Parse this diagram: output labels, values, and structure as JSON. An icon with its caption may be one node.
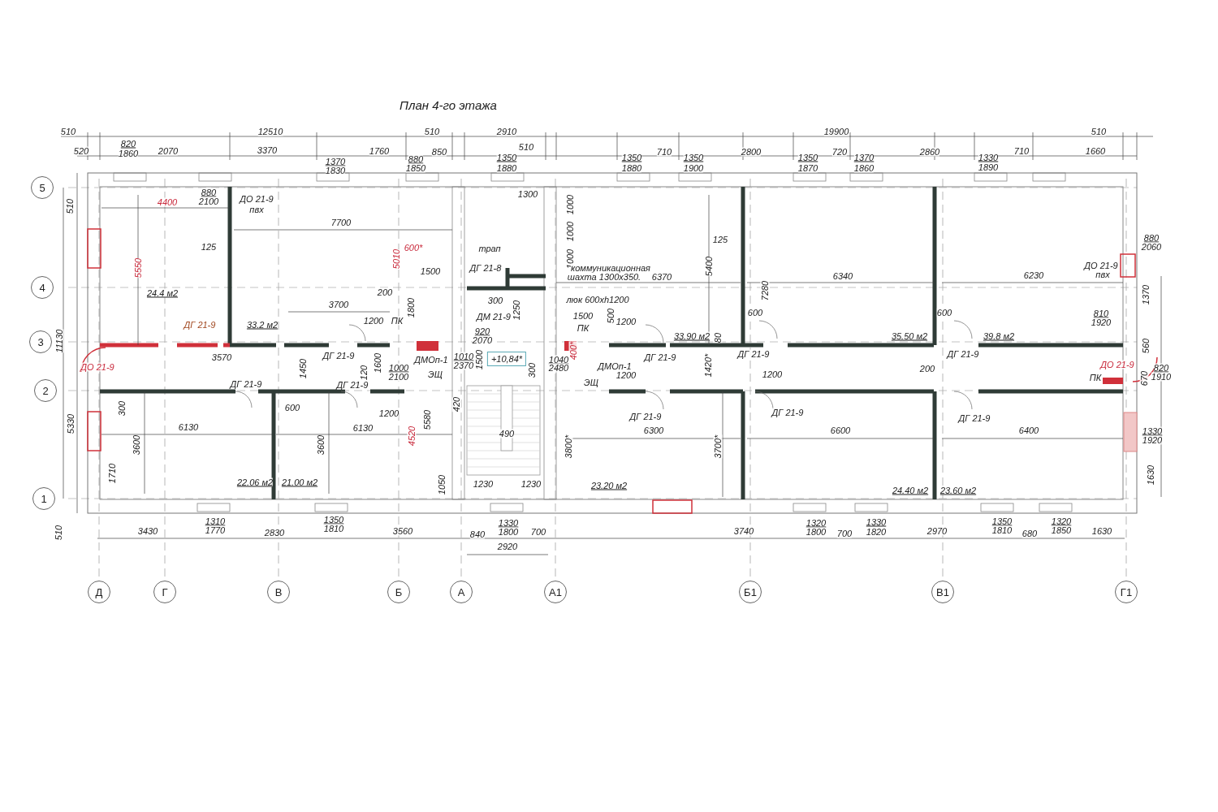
{
  "diagram": {
    "title": "План 4-го этажа",
    "nodes": [
      {
        "text": [
          "5"
        ]
      },
      {
        "text": [
          "4"
        ]
      },
      {
        "text": [
          "3"
        ]
      },
      {
        "text": [
          "+10,84*"
        ]
      },
      {
        "text": [
          "2"
        ]
      },
      {
        "text": [
          "1"
        ]
      },
      {
        "text": [
          "Д"
        ]
      },
      {
        "text": [
          "Г"
        ]
      },
      {
        "text": [
          "В"
        ]
      },
      {
        "text": [
          "Б"
        ]
      },
      {
        "text": [
          "А"
        ]
      },
      {
        "text": [
          "А1"
        ]
      },
      {
        "text": [
          "Б1"
        ]
      },
      {
        "text": [
          "В1"
        ]
      },
      {
        "text": [
          "Г1"
        ]
      }
    ],
    "labels": [
      "510",
      "12510",
      "510",
      "2910",
      "19900",
      "510",
      "820",
      "520",
      "1860",
      "2070",
      "3370",
      "1760",
      "850",
      "510",
      "710",
      "2800",
      "720",
      "2860",
      "710",
      "1660",
      "1370",
      "1830",
      "880",
      "1850",
      "1350",
      "1880",
      "1350",
      "1880",
      "1350",
      "1900",
      "1350",
      "1870",
      "1370",
      "1860",
      "1330",
      "1890",
      "880",
      "2100",
      "ДО 21-9",
      "1300",
      "510",
      "4400",
      "пвх",
      "1000",
      "7700",
      "1000",
      "125",
      "880",
      "125",
      "600*",
      "трап",
      "2060",
      "5550",
      "5010",
      "ДГ 21-8",
      "1000",
      "коммуникационная",
      "5400",
      "ДО 21-9",
      "1500",
      "шахта 1300х350.",
      "6370",
      "6340",
      "6230",
      "пвх",
      "24.4 м2",
      "200",
      "7280",
      "1370",
      "3700",
      "300",
      "люк 600хh1200",
      "1800",
      "ДМ 21-9",
      "1250",
      "1500",
      "500",
      "600",
      "600",
      "810",
      "ДГ 21-9",
      "33.2 м2",
      "1200",
      "ПК",
      "1200",
      "1920",
      "920",
      "ПК",
      "11130",
      "2070",
      "33.90 м2",
      "80",
      "35.50 м2",
      "39.8 м2",
      "400*",
      "560",
      "3570",
      "ДГ 21-9",
      "ДМОп-1",
      "1010",
      "1500",
      "1040",
      "ДГ 21-9",
      "ДГ 21-9",
      "ДГ 21-9",
      "ДО 21-9",
      "1450",
      "1600",
      "1000",
      "2370",
      "300",
      "2480",
      "ДМОп-1",
      "1420*",
      "200",
      "ДО 21-9",
      "820",
      "120",
      "2100",
      "ЭЩ",
      "1200",
      "1200",
      "ПК",
      "670",
      "1910",
      "ДГ 21-9",
      "ДГ 21-9",
      "ЭЩ",
      "300",
      "600",
      "420",
      "1200",
      "5580",
      "ДГ 21-9",
      "ДГ 21-9",
      "ДГ 21-9",
      "5330",
      "6130",
      "6130",
      "4520",
      "490",
      "6300",
      "6600",
      "6400",
      "1330",
      "3600",
      "3600",
      "3800*",
      "3700*",
      "1920",
      "1710",
      "1630",
      "22.06 м2",
      "21.00 м2",
      "1050",
      "1230",
      "1230",
      "23.20 м2",
      "24.40 м2",
      "23.60 м2",
      "1310",
      "1350",
      "1330",
      "1320",
      "1330",
      "1350",
      "1320",
      "510",
      "3430",
      "1770",
      "2830",
      "1810",
      "3560",
      "840",
      "1800",
      "700",
      "3740",
      "1800",
      "700",
      "1820",
      "2970",
      "1810",
      "680",
      "1850",
      "1630",
      "2920"
    ]
  }
}
